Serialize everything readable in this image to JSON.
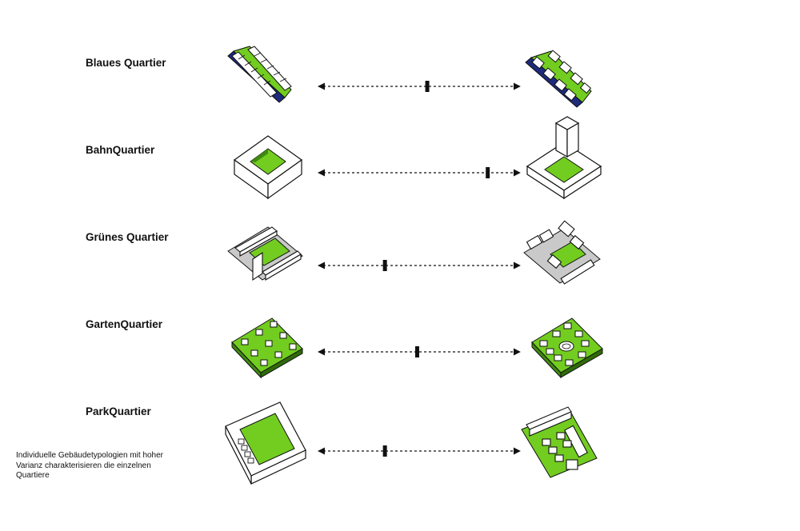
{
  "rows": [
    {
      "title": "Blaues Quartier",
      "slider_value": 0.54
    },
    {
      "title": "BahnQuartier",
      "slider_value": 0.84
    },
    {
      "title": "Grünes Quartier",
      "slider_value": 0.33
    },
    {
      "title": "GartenQuartier",
      "slider_value": 0.49
    },
    {
      "title": "ParkQuartier",
      "slider_value": 0.33
    }
  ],
  "caption": "Individuelle Gebäudetypologien mit hoher Varianz charakterisieren die einzelnen Quartiere",
  "colors": {
    "green": "#72cd20",
    "dark_green": "#3f8a10",
    "blue": "#1e2a7a",
    "gray": "#c9c9c9",
    "line": "#111111"
  }
}
